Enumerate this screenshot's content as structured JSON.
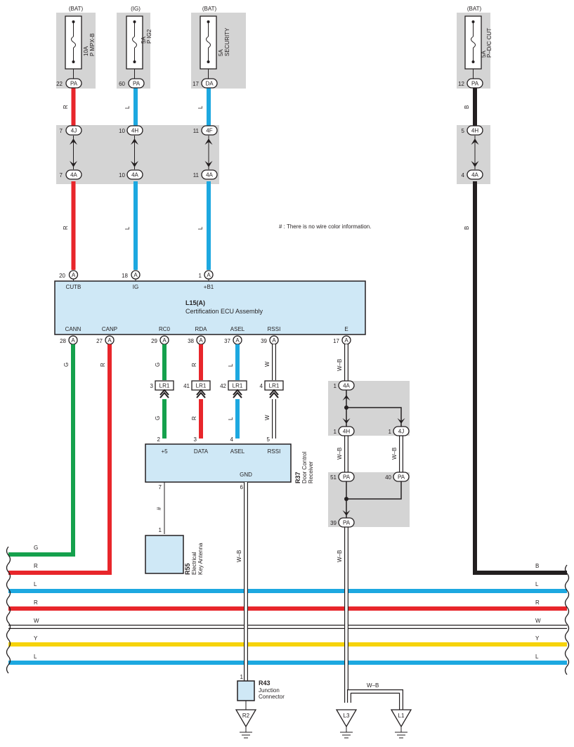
{
  "note": "# : There is no wire color information.",
  "colors": {
    "red": "#e8262b",
    "blue": "#1da8e0",
    "green": "#15a14d",
    "yellow": "#f6d30b",
    "black": "#231f20",
    "ecu_fill": "#cfe8f6",
    "shade": "#d4d4d4"
  },
  "fuses": [
    {
      "source": "(BAT)",
      "amp": "10A",
      "name": "P MPX-B",
      "pin": "22",
      "conn": "PA"
    },
    {
      "source": "(IG)",
      "amp": "5A",
      "name": "P IG2",
      "pin": "60",
      "conn": "PA"
    },
    {
      "source": "(BAT)",
      "amp": "5A",
      "name": "SECURITY",
      "pin": "17",
      "conn": "DA"
    },
    {
      "source": "(BAT)",
      "amp": "5A",
      "name": "P–D/C CUT",
      "pin": "12",
      "conn": "PA"
    }
  ],
  "wire_colors": {
    "R": "R",
    "L": "L",
    "B": "B",
    "G": "G",
    "W": "W",
    "Y": "Y",
    "WB": "W–B",
    "hash": "#"
  },
  "inline_connectors": {
    "top": [
      {
        "pin": "7",
        "conn": "4J"
      },
      {
        "pin": "10",
        "conn": "4H"
      },
      {
        "pin": "11",
        "conn": "4F"
      },
      {
        "pin": "5",
        "conn": "4H"
      }
    ],
    "bottom": [
      {
        "pin": "7",
        "conn": "4A"
      },
      {
        "pin": "10",
        "conn": "4A"
      },
      {
        "pin": "11",
        "conn": "4A"
      },
      {
        "pin": "4",
        "conn": "4A"
      }
    ]
  },
  "ecu": {
    "code": "L15(A)",
    "name": "Certification ECU Assembly",
    "top_pins": [
      {
        "pin": "20",
        "conn": "A",
        "label": "CUTB"
      },
      {
        "pin": "18",
        "conn": "A",
        "label": "IG"
      },
      {
        "pin": "1",
        "conn": "A",
        "label": "+B1"
      }
    ],
    "bottom_pins": [
      {
        "pin": "28",
        "conn": "A",
        "label": "CANN"
      },
      {
        "pin": "27",
        "conn": "A",
        "label": "CANP"
      },
      {
        "pin": "29",
        "conn": "A",
        "label": "RC0"
      },
      {
        "pin": "38",
        "conn": "A",
        "label": "RDA"
      },
      {
        "pin": "37",
        "conn": "A",
        "label": "ASEL"
      },
      {
        "pin": "39",
        "conn": "A",
        "label": "RSSI"
      },
      {
        "pin": "17",
        "conn": "A",
        "label": "E"
      }
    ]
  },
  "lr1": [
    {
      "pin": "3",
      "conn": "LR1"
    },
    {
      "pin": "41",
      "conn": "LR1"
    },
    {
      "pin": "42",
      "conn": "LR1"
    },
    {
      "pin": "4",
      "conn": "LR1"
    }
  ],
  "receiver": {
    "code": "R37",
    "name_line1": "Door Control",
    "name_line2": "Receiver",
    "pins": [
      {
        "pin": "2",
        "label": "+5"
      },
      {
        "pin": "3",
        "label": "DATA"
      },
      {
        "pin": "4",
        "label": "ASEL"
      },
      {
        "pin": "5",
        "label": "RSSI"
      }
    ],
    "pin7": "7",
    "gnd_pin": "6",
    "gnd_label": "GND"
  },
  "antenna": {
    "code": "R55",
    "name_line1": "Electrical",
    "name_line2": "Key Antenna",
    "pin": "1"
  },
  "junction_block": [
    {
      "pin": "1",
      "conn": "4A"
    },
    {
      "pin": "1",
      "conn": "4H"
    },
    {
      "pin": "1",
      "conn": "4J"
    },
    {
      "pin": "51",
      "conn": "PA"
    },
    {
      "pin": "40",
      "conn": "PA"
    },
    {
      "pin": "39",
      "conn": "PA"
    }
  ],
  "junction_connector": {
    "code": "R43",
    "name_line1": "Junction",
    "name_line2": "Connector",
    "pin": "1"
  },
  "grounds": [
    "R2",
    "L3",
    "L1"
  ],
  "bus_wires": [
    {
      "label": "G",
      "color": "#15a14d"
    },
    {
      "label": "R",
      "color": "#e8262b"
    },
    {
      "label": "L",
      "color": "#1da8e0"
    },
    {
      "label": "R",
      "color": "#e8262b"
    },
    {
      "label": "W",
      "color": "#ffffff"
    },
    {
      "label": "Y",
      "color": "#f6d30b"
    },
    {
      "label": "L",
      "color": "#1da8e0"
    }
  ]
}
